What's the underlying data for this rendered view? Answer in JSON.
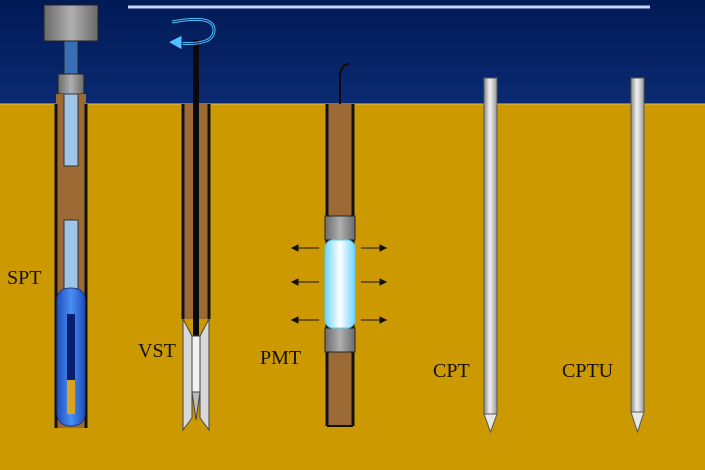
{
  "labels": {
    "spt": "SPT",
    "vst": "VST",
    "pmt": "PMT",
    "cpt": "CPT",
    "cptu": "CPTU"
  },
  "colors": {
    "sky": "#0c2466",
    "soil": "#cc9900",
    "casing": "#9b6a35",
    "rod_steel": "#b8b8b8",
    "blue_tube": "#3a78c8",
    "membrane": "#a9e6ff"
  },
  "icons": {
    "rotation": "rotation-arrow-icon",
    "pressure": "pressure-arrow-icon"
  }
}
